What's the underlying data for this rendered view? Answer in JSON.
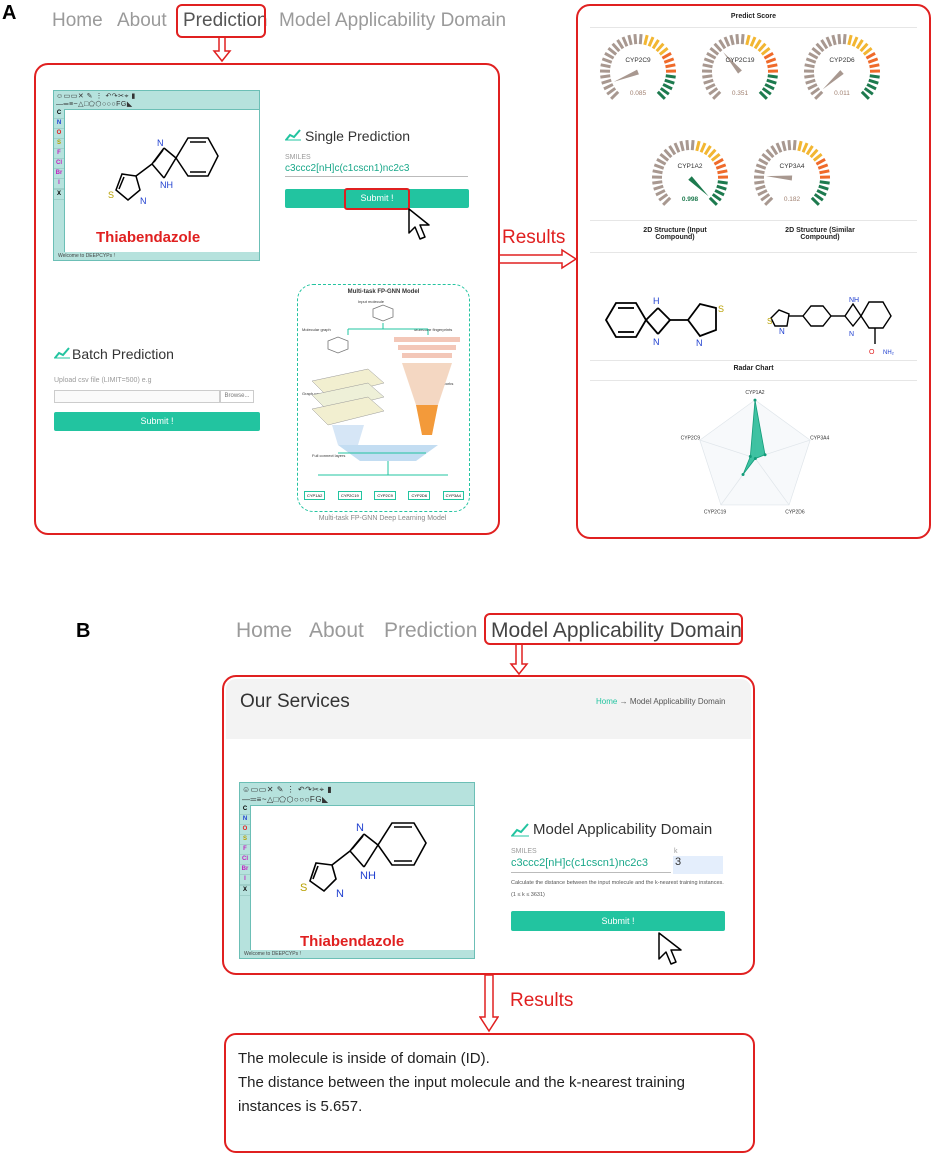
{
  "panelA": {
    "label": "A",
    "nav": [
      "Home",
      "About",
      "Prediction",
      "Model Applicability Domain"
    ],
    "editor": {
      "atoms": [
        "C",
        "N",
        "O",
        "S",
        "F",
        "Cl",
        "Br",
        "I",
        "",
        "X"
      ],
      "status": "Welcome to DEEPCYPs !",
      "compound": "Thiabendazole"
    },
    "single": {
      "title": "Single Prediction",
      "smiles_label": "SMILES",
      "smiles_value": "c3ccc2[nH]c(c1cscn1)nc2c3",
      "submit": "Submit !"
    },
    "batch": {
      "title": "Batch Prediction",
      "upload_label": "Upload csv file (LIMIT=500) e.g",
      "browse": "Browse...",
      "submit": "Submit !"
    },
    "model_caption": "Multi-task FP-GNN Deep Learning Model",
    "model_figure_title": "Multi-task FP-GNN Model",
    "model_figure_labels": [
      "Input molecule",
      "Molecular graph",
      "Molecular fingerprints",
      "Graph neural networks",
      "Artificial neural networks",
      "Full connect layers"
    ],
    "model_outputs": [
      "CYP1A2",
      "CYP2C19",
      "CYP2C9",
      "CYP2D6",
      "CYP3A4"
    ],
    "results_label": "Results",
    "results_panel": {
      "predict_score_title": "Predict Score",
      "gauges": [
        {
          "name": "CYP2C9",
          "value": "0.085",
          "v": 0.085
        },
        {
          "name": "CYP2C19",
          "value": "0.351",
          "v": 0.351
        },
        {
          "name": "CYP2D6",
          "value": "0.011",
          "v": 0.011
        },
        {
          "name": "CYP1A2",
          "value": "0.998",
          "v": 0.998
        },
        {
          "name": "CYP3A4",
          "value": "0.182",
          "v": 0.182
        }
      ],
      "structure_input_title": "2D Structure (Input Compound)",
      "structure_similar_title": "2D Structure (Similar Compound)",
      "radar_title": "Radar Chart",
      "radar_axes": [
        "CYP1A2",
        "CYP3A4",
        "CYP2D6",
        "CYP2C19",
        "CYP2C9"
      ]
    }
  },
  "panelB": {
    "label": "B",
    "nav": [
      "Home",
      "About",
      "Prediction",
      "Model Applicability Domain"
    ],
    "services_title": "Our Services",
    "breadcrumb_home": "Home",
    "breadcrumb_arrow": "→",
    "breadcrumb_current": "Model Applicability Domain",
    "editor": {
      "atoms": [
        "C",
        "N",
        "O",
        "S",
        "F",
        "Cl",
        "Br",
        "I",
        "",
        "X"
      ],
      "status": "Welcome to DEEPCYPs !",
      "compound": "Thiabendazole"
    },
    "mad": {
      "title": "Model Applicability Domain",
      "smiles_label": "SMILES",
      "k_label": "k",
      "smiles_value": "c3ccc2[nH]c(c1cscn1)nc2c3",
      "k_value": "3",
      "description": "Calculate the distance between the input molecule and the k-nearest training instances.",
      "range": "(1 ≤ k ≤ 3631)",
      "submit": "Submit !"
    },
    "results_label": "Results",
    "result_line1": "The molecule is inside of domain (ID).",
    "result_line2": "The distance between the input molecule and the k-nearest training instances is 5.657."
  },
  "colors": {
    "red": "#e02020",
    "teal": "#22c4a0",
    "nav_grey": "#9a9a9a",
    "gauge_grey": "#a89890",
    "gauge_yellow": "#f2b632",
    "gauge_orange": "#ef6a2a",
    "gauge_green": "#1d7a4e"
  },
  "chart_data": {
    "type": "radar",
    "title": "Radar Chart",
    "axes": [
      "CYP1A2",
      "CYP3A4",
      "CYP2D6",
      "CYP2C19",
      "CYP2C9"
    ],
    "values": [
      0.998,
      0.182,
      0.011,
      0.351,
      0.085
    ],
    "range": [
      0,
      1
    ]
  }
}
